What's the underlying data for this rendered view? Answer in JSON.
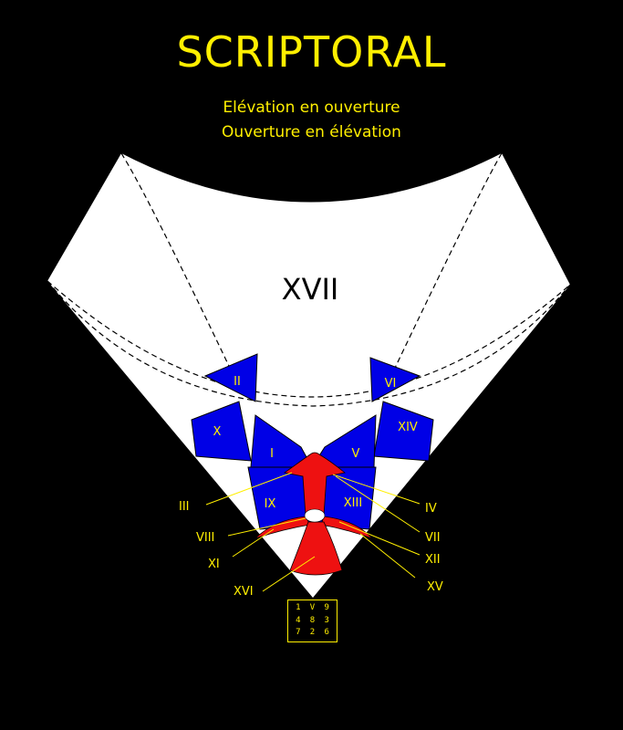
{
  "title": "SCRIPTORAL",
  "subtitle_line1": "Elévation en ouverture",
  "subtitle_line2": "Ouverture en élévation",
  "colors": {
    "background": "#000000",
    "text_yellow": "#ffef00",
    "panel_blue": "#0000e6",
    "mouth_red": "#ee1111",
    "surface_white": "#ffffff"
  },
  "regions": {
    "main": "XVII",
    "r1": "I",
    "r2": "II",
    "r5": "V",
    "r6": "VI",
    "r9": "IX",
    "r10": "X",
    "r13": "XIII",
    "r14": "XIV"
  },
  "callouts": {
    "c3": "III",
    "c4": "IV",
    "c7": "VII",
    "c8": "VIII",
    "c11": "XI",
    "c12": "XII",
    "c15": "XV",
    "c16": "XVI"
  },
  "legend_grid": [
    "1",
    "V",
    "9",
    "4",
    "8",
    "3",
    "7",
    "2",
    "6"
  ]
}
